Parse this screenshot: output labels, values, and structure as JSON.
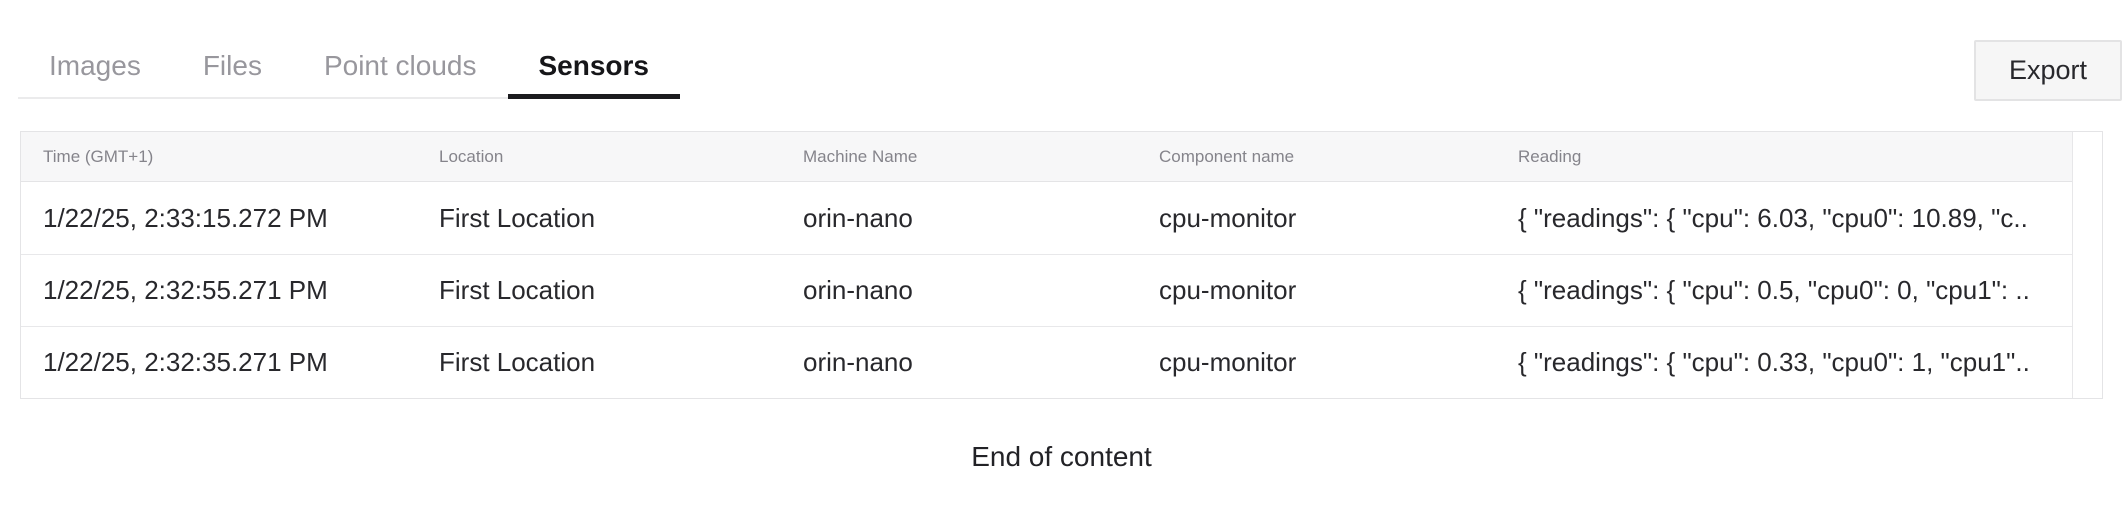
{
  "tabs": {
    "items": [
      {
        "label": "Images",
        "active": false
      },
      {
        "label": "Files",
        "active": false
      },
      {
        "label": "Point clouds",
        "active": false
      },
      {
        "label": "Sensors",
        "active": true
      }
    ]
  },
  "toolbar": {
    "export_label": "Export"
  },
  "table": {
    "columns": [
      "Time (GMT+1)",
      "Location",
      "Machine Name",
      "Component name",
      "Reading"
    ],
    "rows": [
      {
        "time": "1/22/25, 2:33:15.272 PM",
        "location": "First Location",
        "machine_name": "orin-nano",
        "component_name": "cpu-monitor",
        "reading": "{ \"readings\": { \"cpu\": 6.03, \"cpu0\": 10.89, \"c.."
      },
      {
        "time": "1/22/25, 2:32:55.271 PM",
        "location": "First Location",
        "machine_name": "orin-nano",
        "component_name": "cpu-monitor",
        "reading": "{ \"readings\": { \"cpu\": 0.5, \"cpu0\": 0, \"cpu1\": .."
      },
      {
        "time": "1/22/25, 2:32:35.271 PM",
        "location": "First Location",
        "machine_name": "orin-nano",
        "component_name": "cpu-monitor",
        "reading": "{ \"readings\": { \"cpu\": 0.33, \"cpu0\": 1, \"cpu1\".."
      }
    ]
  },
  "footer": {
    "end_of_content": "End of content"
  },
  "colors": {
    "active_tab_underline": "#1b1b1e",
    "inactive_tab_text": "#98979d",
    "active_tab_text": "#161619",
    "table_header_bg": "#f7f7f8",
    "table_header_text": "#85848b",
    "table_border": "#e4e4e6",
    "body_text": "#28282c",
    "export_button_bg": "#f6f6f6",
    "export_button_border": "#e3e3e4"
  }
}
